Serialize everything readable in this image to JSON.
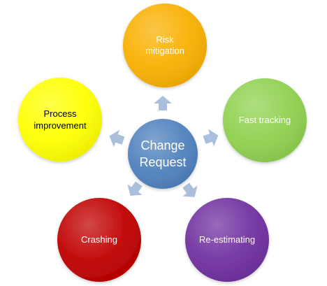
{
  "center": {
    "line1": "Change",
    "line2": "Request",
    "color": "#4f81bd"
  },
  "nodes": [
    {
      "id": "risk",
      "line1": "Risk",
      "line2": "mitigation",
      "color": "#f9b000",
      "text_color": "#ffffff"
    },
    {
      "id": "fast",
      "line1": "Fast tracking",
      "line2": "",
      "color": "#8fd14f",
      "text_color": "#ffffff"
    },
    {
      "id": "reestimating",
      "line1": "Re-estimating",
      "line2": "",
      "color": "#7030a0",
      "text_color": "#ffffff"
    },
    {
      "id": "crashing",
      "line1": "Crashing",
      "line2": "",
      "color": "#c00000",
      "text_color": "#ffffff"
    },
    {
      "id": "process",
      "line1": "Process",
      "line2": "improvement",
      "color": "#ffff00",
      "text_color": "#000000"
    }
  ],
  "arrow_color": "#a9bfdb"
}
